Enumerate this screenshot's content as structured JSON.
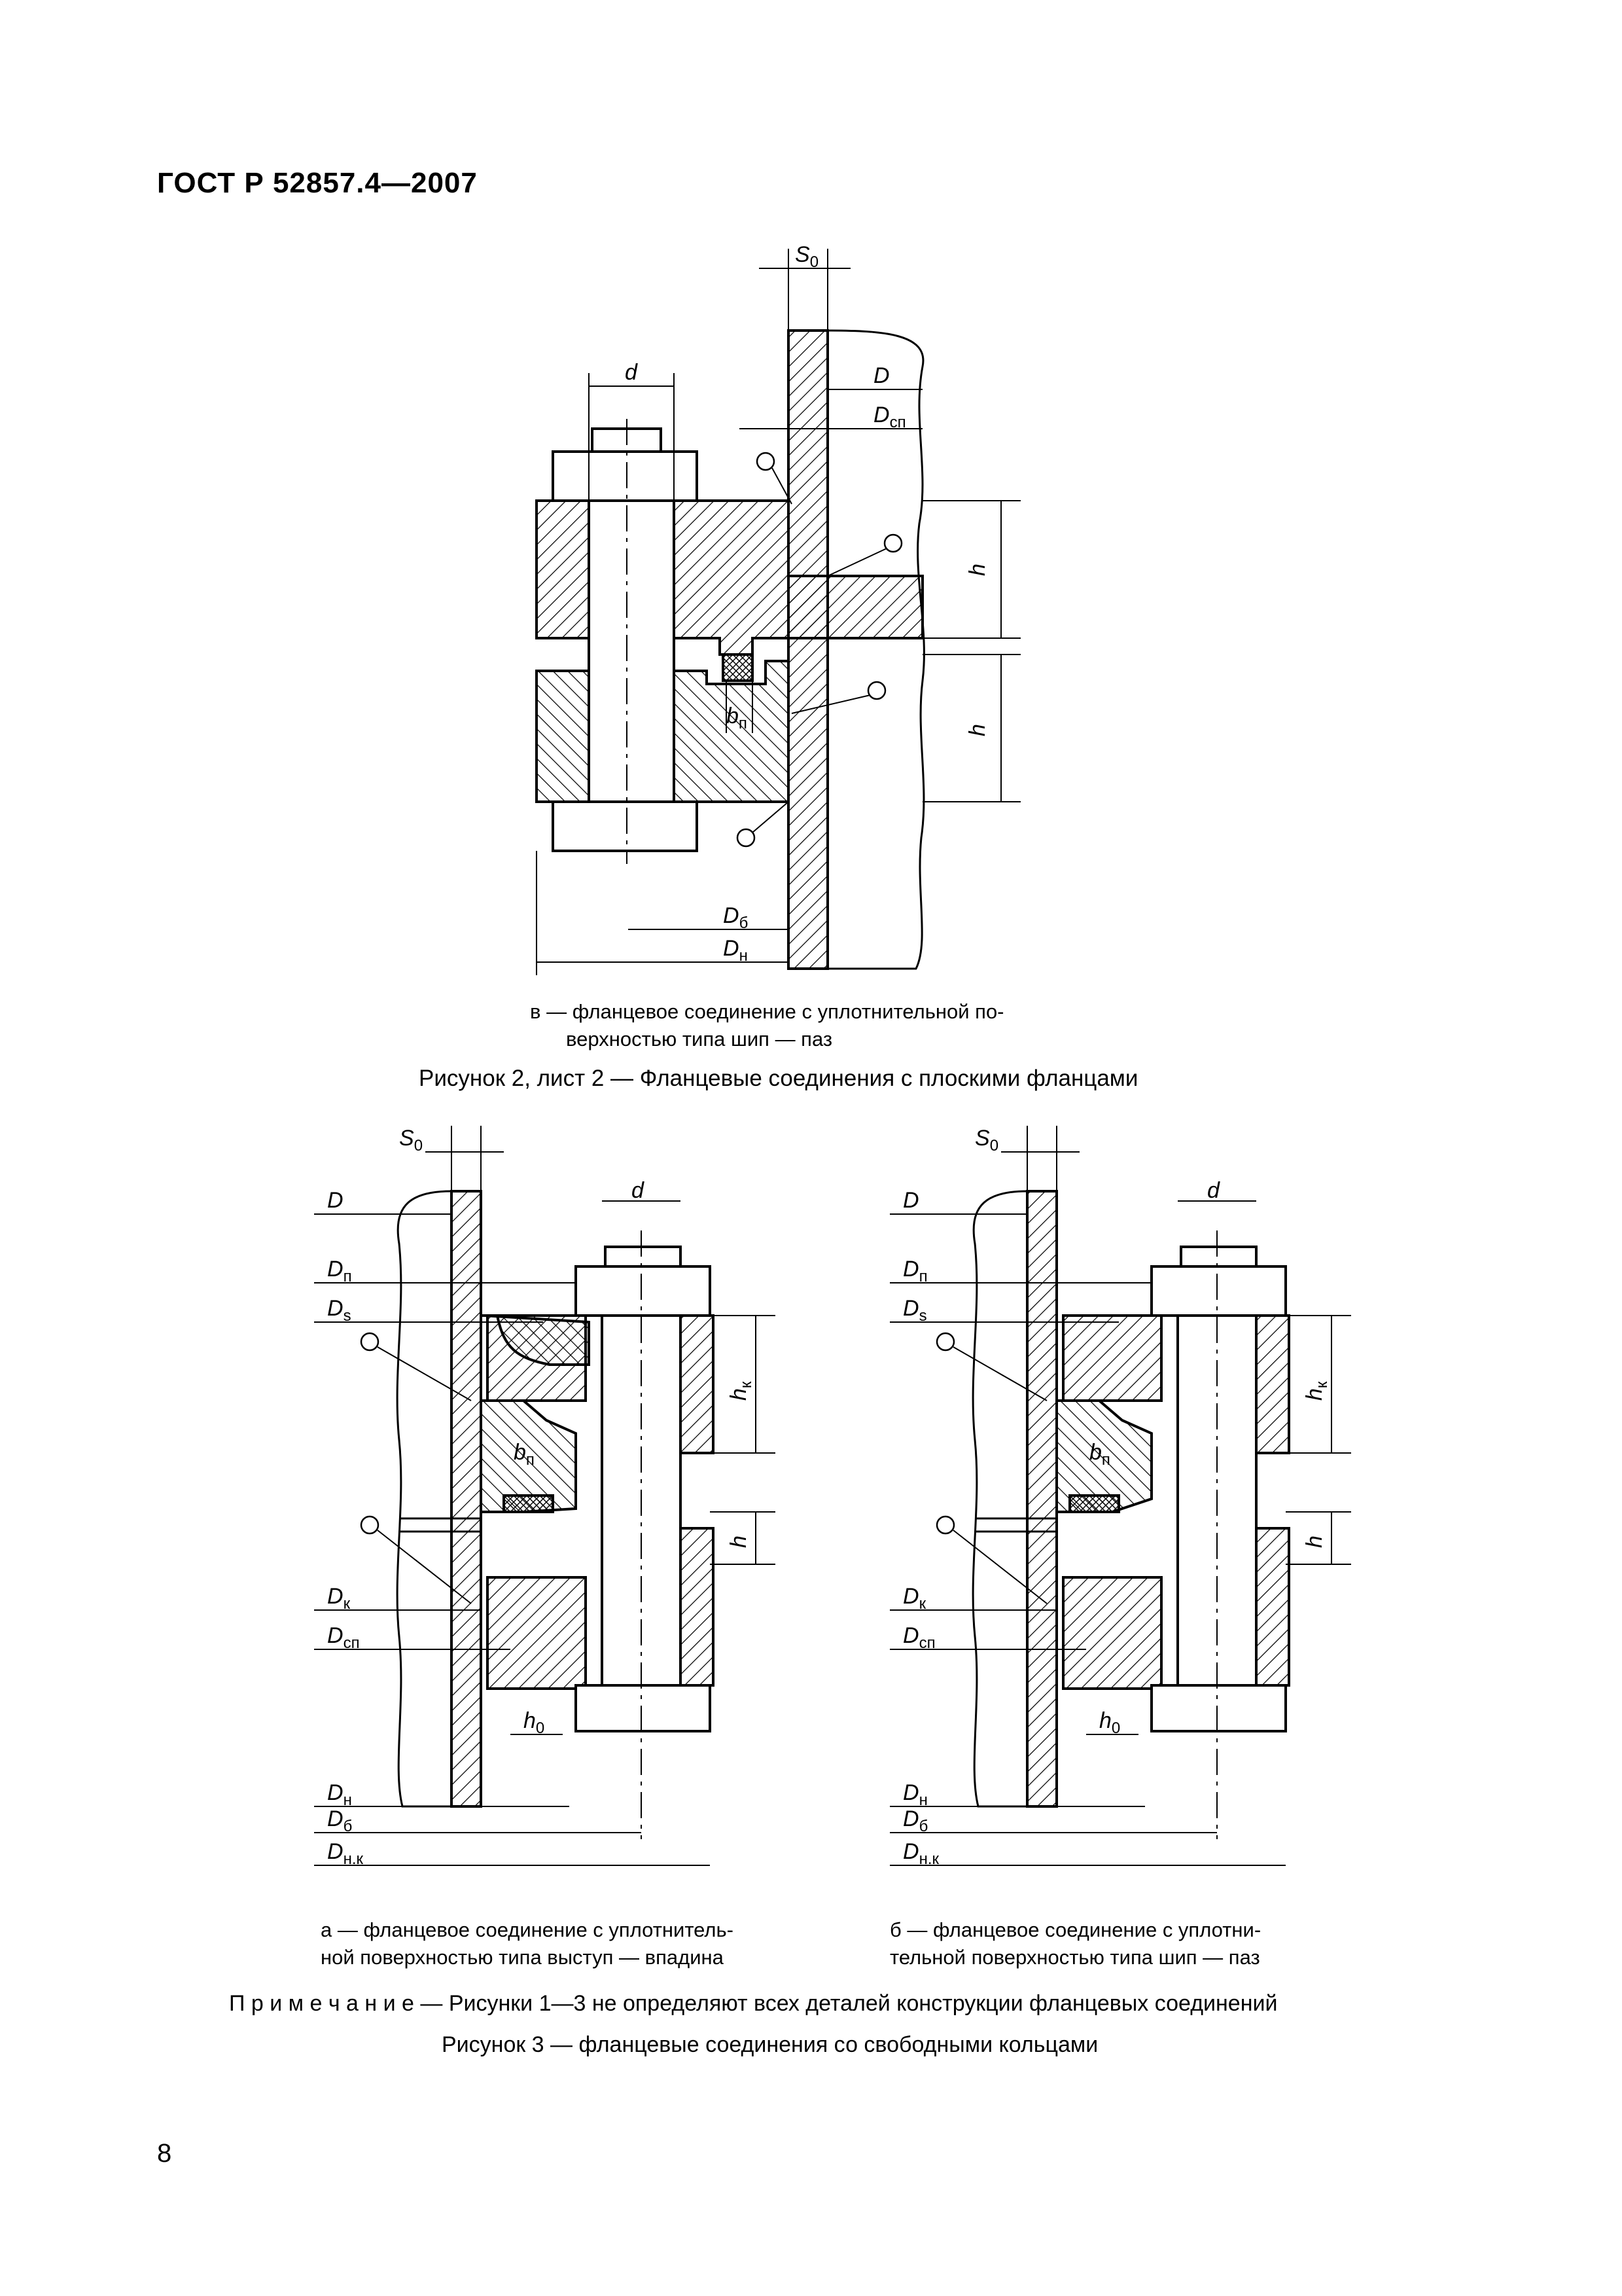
{
  "header": {
    "doc_id": "ГОСТ Р 52857.4—2007"
  },
  "figure2": {
    "caption_v": "в — фланцевое соединение с уплотнительной поверхностью типа шип — паз",
    "caption_line1": "в — фланцевое соединение с уплотнительной по-",
    "caption_line2": "верхностью типа шип — паз",
    "title": "Рисунок 2, лист 2 — Фланцевые соединения с плоскими фланцами",
    "labels": {
      "S": "S",
      "S_sub": "0",
      "d": "d",
      "D": "D",
      "Dsp": "D",
      "Dsp_sub": "сп",
      "h1": "h",
      "h2": "h",
      "bp": "b",
      "bp_sub": "п",
      "Db": "D",
      "Db_sub": "б",
      "Dn": "D",
      "Dn_sub": "н"
    }
  },
  "figure3": {
    "caption_a_line1": "а — фланцевое соединение с уплотнитель-",
    "caption_a_line2": "ной поверхностью типа выступ — впадина",
    "caption_b_line1": "б — фланцевое соединение с уплотни-",
    "caption_b_line2": "тельной поверхностью типа шип — паз",
    "note": "П р и м е ч а н и е — Рисунки 1—3 не определяют всех деталей конструкции фланцевых соединений",
    "title": "Рисунок 3 — фланцевые соединения со свободными кольцами",
    "labels": {
      "S": "S",
      "S_sub": "0",
      "d": "d",
      "D": "D",
      "Dp": "D",
      "Dp_sub": "п",
      "Ds": "D",
      "Ds_sub": "s",
      "Dk": "D",
      "Dk_sub": "к",
      "Dsp": "D",
      "Dsp_sub": "сп",
      "hk": "h",
      "hk_sub": "к",
      "h": "h",
      "bp": "b",
      "bp_sub": "п",
      "h0": "h",
      "h0_sub": "0",
      "Dn": "D",
      "Dn_sub": "н",
      "Db": "D",
      "Db_sub": "б",
      "Dnk": "D",
      "Dnk_sub": "н.к"
    }
  },
  "footer": {
    "page_number": "8"
  }
}
